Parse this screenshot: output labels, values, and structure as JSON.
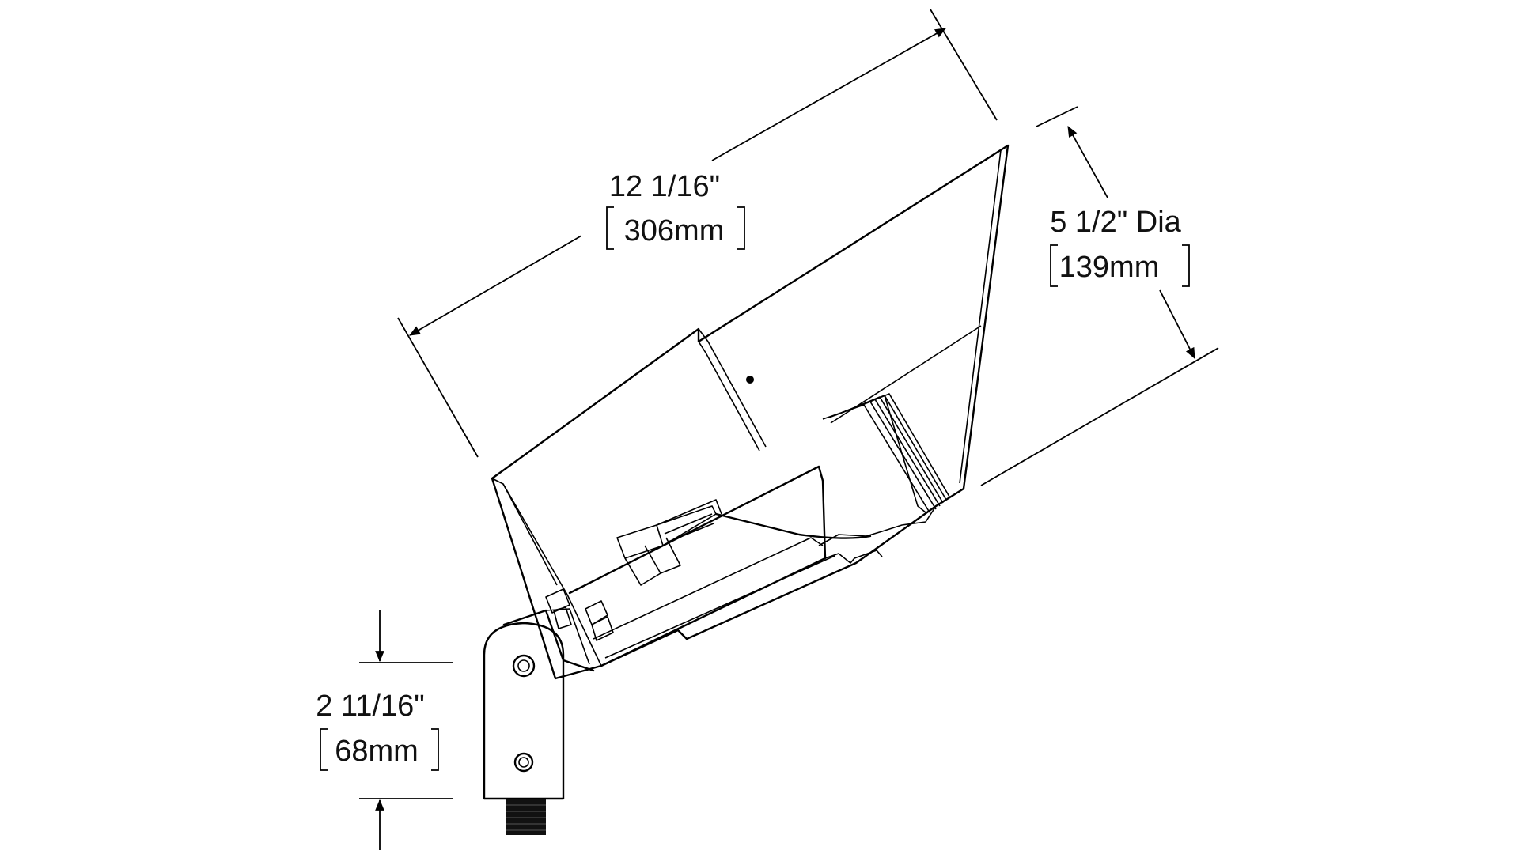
{
  "dimensions": {
    "length": {
      "imperial": "12 1/16\"",
      "metric": "306mm"
    },
    "diameter": {
      "imperial": "5 1/2\" Dia",
      "metric": "139mm"
    },
    "knuckle": {
      "imperial": "2 11/16\"",
      "metric": "68mm"
    }
  },
  "colors": {
    "line": "#000000",
    "background": "#ffffff",
    "text": "#111111"
  }
}
